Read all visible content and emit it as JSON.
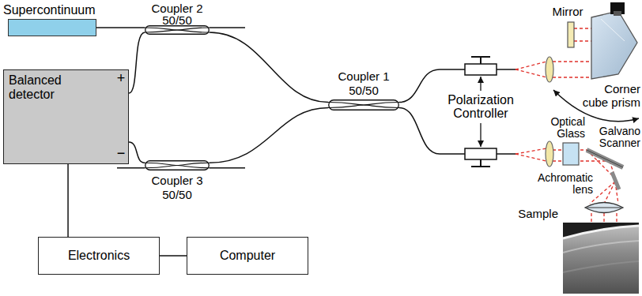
{
  "diagram": {
    "nodes": [
      {
        "text": [
          "Supercontinuum"
        ]
      },
      {
        "text": [
          "Coupler 2",
          "50/50"
        ]
      },
      {
        "text": [
          "Balanced detector"
        ]
      },
      {
        "text": [
          "Coupler 1",
          "50/50"
        ]
      },
      {
        "text": [
          "Coupler 3",
          "50/50"
        ]
      },
      {
        "text": [
          "Electronics"
        ]
      },
      {
        "text": [
          "Computer"
        ]
      }
    ],
    "edges": [
      {
        "from": 0,
        "to": 1,
        "arrow": "none"
      },
      {
        "from": 1,
        "to": 2,
        "arrow": "none"
      },
      {
        "from": 1,
        "to": 3,
        "arrow": "none"
      },
      {
        "from": 4,
        "to": 3,
        "arrow": "none"
      },
      {
        "from": 4,
        "to": 2,
        "arrow": "none"
      },
      {
        "from": 2,
        "to": 5,
        "arrow": "none"
      },
      {
        "from": 5,
        "to": 6,
        "arrow": "none"
      }
    ],
    "labels": [
      "+",
      "−",
      "Polarization Controller",
      "Mirror",
      "Corner cube prism",
      "Optical Glass",
      "Galvano Scanner",
      "Achromatic lens",
      "Sample"
    ]
  }
}
